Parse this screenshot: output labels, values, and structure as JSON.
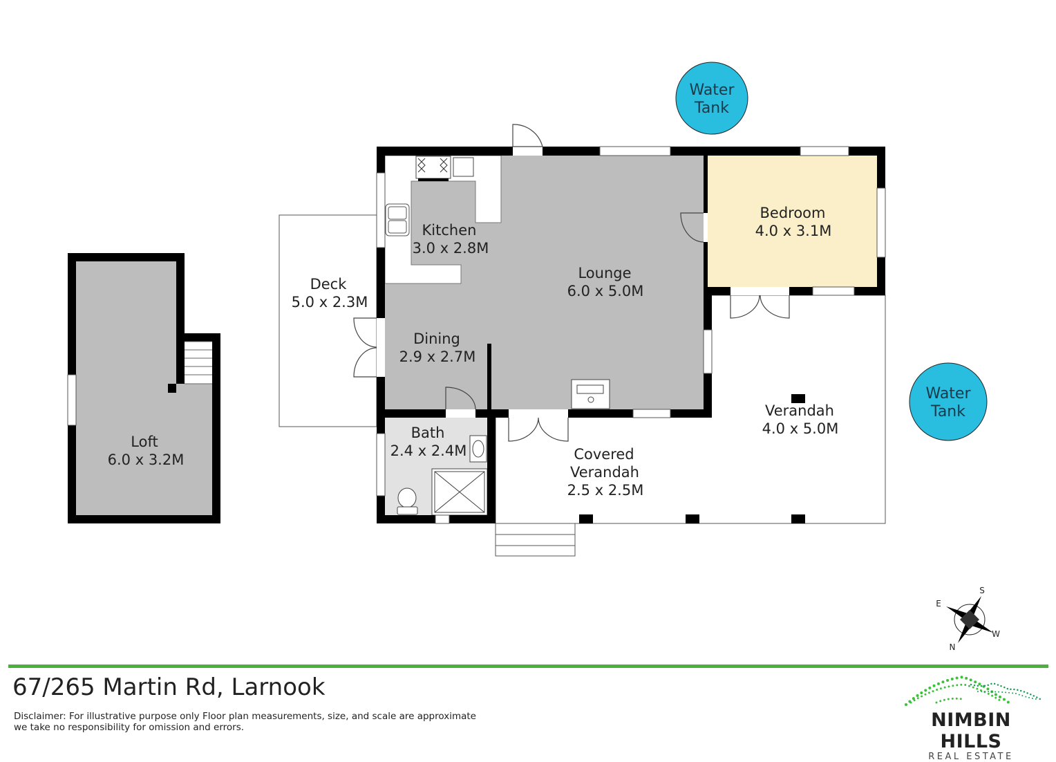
{
  "title": "67/265 Martin Rd, Larnook",
  "disclaimer": [
    "Disclaimer: For illustrative purpose only Floor plan measurements, size, and scale are approximate",
    "we take no responsibility for omission and errors."
  ],
  "rooms": {
    "kitchen": {
      "name": "Kitchen",
      "dims": "3.0 x 2.8M"
    },
    "lounge": {
      "name": "Lounge",
      "dims": "6.0 x 5.0M"
    },
    "bedroom": {
      "name": "Bedroom",
      "dims": "4.0 x 3.1M"
    },
    "deck": {
      "name": "Deck",
      "dims": "5.0 x 2.3M"
    },
    "dining": {
      "name": "Dining",
      "dims": "2.9 x 2.7M"
    },
    "bath": {
      "name": "Bath",
      "dims": "2.4 x 2.4M"
    },
    "verandah": {
      "name": "Verandah",
      "dims": "4.0 x 5.0M"
    },
    "covered_verandah": {
      "name1": "Covered",
      "name2": "Verandah",
      "dims": "2.5 x 2.5M"
    },
    "loft": {
      "name": "Loft",
      "dims": "6.0 x 3.2M"
    }
  },
  "water_tanks": [
    {
      "line1": "Water",
      "line2": "Tank"
    },
    {
      "line1": "Water",
      "line2": "Tank"
    }
  ],
  "compass": {
    "n": "N",
    "s": "S",
    "e": "E",
    "w": "W"
  },
  "brand": {
    "name": "NIMBIN HILLS",
    "sub": "REAL ESTATE"
  },
  "colors": {
    "accent_green": "#4caf3e",
    "tank": "#29bde0",
    "bedroom": "#fbefc9",
    "room_grey": "#bdbdbd",
    "bath_grey": "#e2e2e2"
  }
}
